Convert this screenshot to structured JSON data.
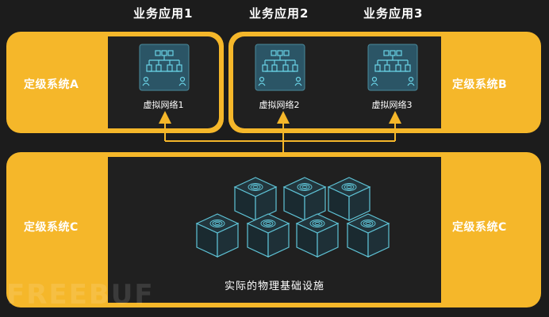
{
  "apps": [
    "业务应用1",
    "业务应用2",
    "业务应用3"
  ],
  "systems": {
    "a": "定级系统A",
    "b": "定级系统B",
    "c_left": "定级系统C",
    "c_right": "定级系统C"
  },
  "networks": [
    "虚拟网络1",
    "虚拟网络2",
    "虚拟网络3"
  ],
  "infrastructure": "实际的物理基础设施",
  "watermark": "FREEBUF",
  "colors": {
    "accent": "#f5b72a",
    "panel": "#202020",
    "background": "#1c1c1c",
    "icon_fill": "#2b5566",
    "icon_stroke": "#6ad3e6"
  }
}
